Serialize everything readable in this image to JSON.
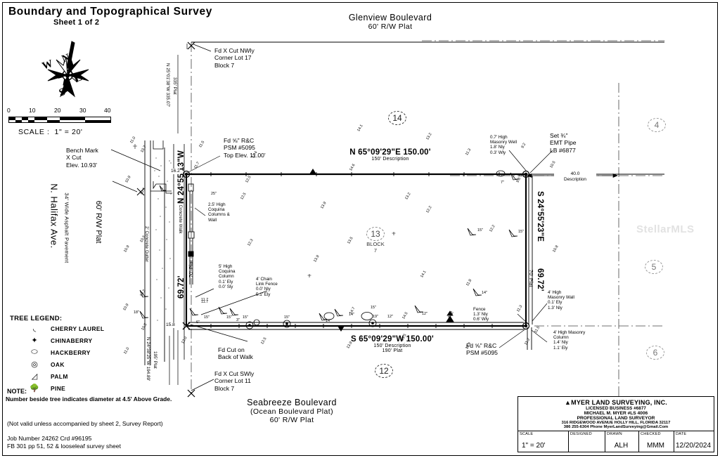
{
  "sheet": {
    "title": "Boundary and Topographical Survey",
    "sheet_of": "Sheet 1 of 2"
  },
  "scale_bar": {
    "ticks": [
      "0",
      "10",
      "20",
      "30",
      "40"
    ],
    "label": "SCALE :  1\" = 20'"
  },
  "north_arrow": {
    "n": "N",
    "s": "S",
    "e": "E",
    "w": "W"
  },
  "streets": {
    "north": {
      "name": "Glenview Boulevard",
      "rw": "60'  R/W Plat"
    },
    "south": {
      "name": "Seabreeze Boulevard",
      "plat": "(Ocean Boulevard Plat)",
      "rw": "60'  R/W Plat"
    },
    "west": {
      "name": "N. Halifax Ave.",
      "rw": "60' R/W Plat",
      "pavement": "34' Wide Asphalt Pavement"
    }
  },
  "bench_mark": {
    "l1": "Bench Mark",
    "l2": "X Cut",
    "l3": "Elev. 10.93'"
  },
  "boundary": {
    "north": {
      "bearing": "N 65°09'29\"E 150.00'",
      "desc": "150' Description"
    },
    "south": {
      "bearing": "S 65°09'29\"W 150.00'",
      "desc": "150' Description",
      "plat": "190' Plat"
    },
    "west": {
      "bearing": "N 24°55'13\"W",
      "dist": "69.72'",
      "plat": "70' Plat"
    },
    "east": {
      "bearing": "S 24°55'23\"E",
      "dist": "69.72'",
      "plat": "70' Plat"
    }
  },
  "offsite_dims": {
    "upper_left": {
      "bearing": "N 25°01'38\"W 335.07'",
      "plat": "335' Plat"
    },
    "lower_left": {
      "bearing": "N 24°38'25\"W 194.89'",
      "plat": "195' Plat"
    },
    "east_tie": {
      "dist": "40.0",
      "label": "Description"
    },
    "walk_offset": "16.2",
    "walk_offset_lower": "15.8"
  },
  "lots": {
    "subject": {
      "number": "13",
      "block_label": "BLOCK",
      "block_number": "7"
    },
    "north": "14",
    "south": "12",
    "east": [
      "4",
      "5",
      "6"
    ]
  },
  "corner_notes": {
    "nw_corner": {
      "l1": "Fd X Cut NWly",
      "l2": "Corner Lot 17",
      "l3": "Block 7"
    },
    "sw_corner": {
      "l1": "Fd X Cut SWly",
      "l2": "Corner Lot 11",
      "l3": "Block 7"
    },
    "nw_rc": {
      "l1": "Fd ⅝\" R&C",
      "l2": "PSM #5095",
      "l3": "Top Elev. 11.00'"
    },
    "se_rc": {
      "l1": "Fd ⅝\" R&C",
      "l2": "PSM #5095"
    },
    "ne_set": {
      "l1": "Set ¾\"",
      "l2": "EMT Pipe",
      "l3": "LB #6877"
    },
    "fd_cut_walk": {
      "l1": "Fd Cut on",
      "l2": "Back of Walk"
    }
  },
  "improvements": {
    "masonry_well_ne": {
      "l1": "0.7' High",
      "l2": "Masonry Well",
      "l3": "1.8'  Nly",
      "l4": "0.3'  Wly"
    },
    "coquina_cols_w": {
      "l1": "2.5' High",
      "l2": "Coquina",
      "l3": "Columns &",
      "l4": "Wall"
    },
    "coquina_col_sw": {
      "l1": "5' High",
      "l2": "Coquina",
      "l3": "Column",
      "l4": "0.1'  Ely",
      "l5": "0.0'  Sly"
    },
    "chain_link": {
      "l1": "4' Chain",
      "l2": "Link Fence",
      "l3": "0.0'  Nly",
      "l4": "5.1'  Ely"
    },
    "masonry_wall_se": {
      "l1": "4' High",
      "l2": "Masonry Wall",
      "l3": "0.1'  Ely",
      "l4": "1.3'  Nly"
    },
    "masonry_col_se": {
      "l1": "4' High Masonry",
      "l2": "Column",
      "l3": "1.4'  Nly",
      "l4": "1.1'  Ely"
    },
    "fence_s": {
      "l1": "Fence",
      "l2": "1.3'  Nly",
      "l3": "0.6'  Wly"
    },
    "concrete_walk": "6'  Concrete Walk",
    "concrete_gutter": "2'  Concrete Gutter"
  },
  "tree_legend": {
    "header": "TREE LEGEND:",
    "items": [
      {
        "name": "CHERRY LAUREL",
        "icon": "cherry-laurel-icon"
      },
      {
        "name": "CHINABERRY",
        "icon": "chinaberry-icon"
      },
      {
        "name": "HACKBERRY",
        "icon": "hackberry-icon"
      },
      {
        "name": "OAK",
        "icon": "oak-icon"
      },
      {
        "name": "PALM",
        "icon": "palm-icon"
      },
      {
        "name": "PINE",
        "icon": "pine-icon"
      }
    ],
    "note_header": "NOTE:",
    "note": "Number beside tree indicates diameter at 4.5' Above Grade."
  },
  "footer": {
    "validity": "(Not valid unless accompanied by sheet 2, Survey Report)",
    "job": "Job Number   24262 Crd #96195",
    "fb": "FB 301 pp 51, 52 & looseleaf survey sheet"
  },
  "title_block": {
    "firm": "MYER LAND SURVEYING, INC.",
    "license": "LICENSED BUSINESS #6877",
    "surveyor": "MICHAEL M. MYER #LS 4006",
    "designation": "PROFESSIONAL LAND SURVEYOR",
    "address": "316 RIDGEWOOD AVENUE HOLLY HILL, FLORIDA 32117",
    "contact": "386 255-6304 Phone     MyerLandSurveying@Gmail.Com",
    "fields": [
      {
        "label": "SCALE",
        "value": "1\" =  20'"
      },
      {
        "label": "DESIGNED",
        "value": ""
      },
      {
        "label": "DRAWN",
        "value": "ALH"
      },
      {
        "label": "CHECKED",
        "value": "MMM"
      },
      {
        "label": "DATE",
        "value": "12/20/2024"
      }
    ]
  },
  "watermark": "StellarMLS",
  "spot_elevations": {
    "west_row": [
      "11.0",
      "10.7",
      "10.9",
      "10.6",
      "10.5",
      "10.9",
      "10.2",
      "10.9",
      "10.5",
      "11.0"
    ],
    "north_row": [
      "11.5",
      "11.7",
      "12.4",
      "12.5",
      "14.1",
      "14.6",
      "13.2",
      "11.3",
      "9.2",
      "10.5"
    ],
    "interior": [
      "12.5",
      "13.9",
      "13.9",
      "12.3",
      "13.2",
      "12.2",
      "14.1",
      "11.8",
      "13.5",
      "11.7",
      "12.2"
    ],
    "south_row": [
      "12.5",
      "14.7",
      "14.5",
      "13.5",
      "13.9",
      "12.2",
      "13.2",
      "11.3",
      "11.2",
      "10.8"
    ],
    "misc": [
      "11.7",
      "12.0",
      "9.6",
      "11.5",
      "15.8",
      "16.2"
    ]
  },
  "tree_tags": [
    "25\"",
    "18\"",
    "15\"",
    "15\"",
    "6\"",
    "3\"",
    "15\"",
    "14\"",
    "19\"",
    "12\"",
    "15\"",
    "12\"",
    "14\"",
    "15\"",
    "15\"",
    "12\"",
    "14\"",
    "7\"",
    "15\""
  ]
}
